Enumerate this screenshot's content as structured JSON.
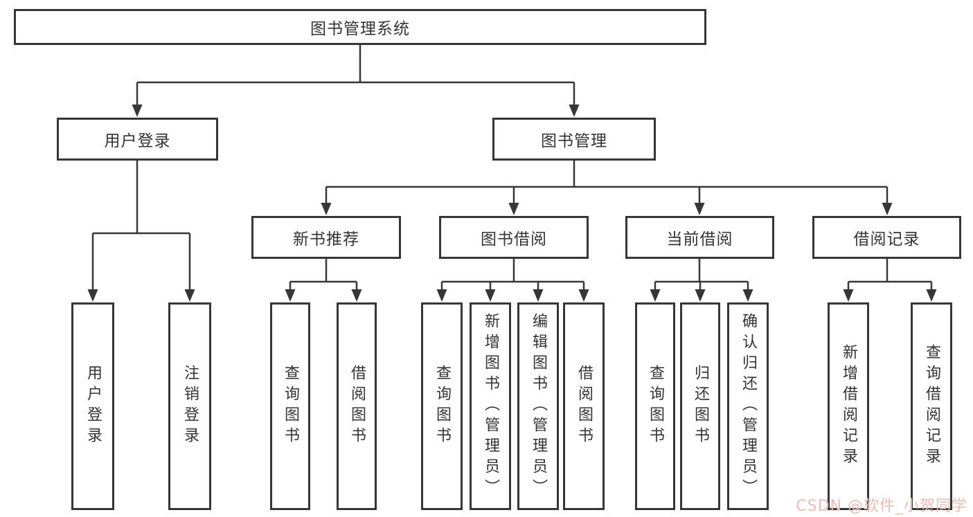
{
  "diagram": {
    "title": "图书管理系统",
    "root": {
      "label": "图书管理系统"
    },
    "branches": [
      {
        "label": "用户登录",
        "children": [
          {
            "label": "用户登录"
          },
          {
            "label": "注销登录"
          }
        ]
      },
      {
        "label": "图书管理",
        "children": [
          {
            "label": "新书推荐",
            "children": [
              {
                "label": "查询图书"
              },
              {
                "label": "借阅图书"
              }
            ]
          },
          {
            "label": "图书借阅",
            "children": [
              {
                "label": "查询图书"
              },
              {
                "label": "新增图书（管理员）"
              },
              {
                "label": "编辑图书（管理员）"
              },
              {
                "label": "借阅图书"
              }
            ]
          },
          {
            "label": "当前借阅",
            "children": [
              {
                "label": "查询图书"
              },
              {
                "label": "归还图书"
              },
              {
                "label": "确认归还（管理员）"
              }
            ]
          },
          {
            "label": "借阅记录",
            "children": [
              {
                "label": "新增借阅记录"
              },
              {
                "label": "查询借阅记录"
              }
            ]
          }
        ]
      }
    ]
  },
  "watermark": {
    "text": "CSDN @软件_小贺同学"
  },
  "colors": {
    "line": "#363636",
    "box_border": "#363636",
    "text": "#333333",
    "background": "#ffffff",
    "watermark": "#e9bcb4"
  }
}
